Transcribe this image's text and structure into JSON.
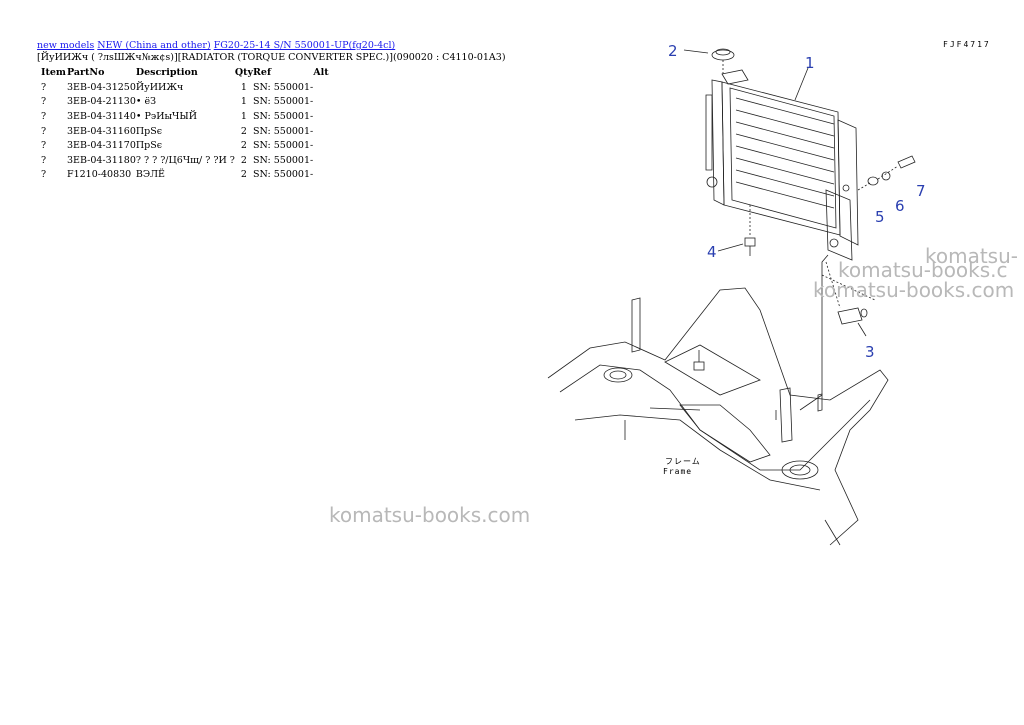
{
  "breadcrumb": {
    "links": [
      "new models",
      "NEW (China and other)",
      "FG20-25-14 S/N 550001-UP(fg20-4cl)"
    ]
  },
  "subtitle": "[ЙуИИЖч ( ?лѕШЖч№ж¢ѕ)][RADIATOR (TORQUE CONVERTER SPEC.)](090020 : C4110-01A3)",
  "table": {
    "headers": [
      "Item",
      "PartNo",
      "Description",
      "Qty",
      "Ref",
      "Alt"
    ],
    "rows": [
      {
        "item": "?",
        "part": "3EB-04-31250",
        "desc": "ЙуИИЖч",
        "qty": "1",
        "ref": "SN: 550001-",
        "alt": ""
      },
      {
        "item": "?",
        "part": "3EB-04-21130",
        "desc": "• ёЗ",
        "qty": "1",
        "ref": "SN: 550001-",
        "alt": ""
      },
      {
        "item": "?",
        "part": "3EB-04-31140",
        "desc": "• РэИыЧЫЙ",
        "qty": "1",
        "ref": "SN: 550001-",
        "alt": ""
      },
      {
        "item": "?",
        "part": "3EB-04-31160",
        "desc": "ПрЅє",
        "qty": "2",
        "ref": "SN: 550001-",
        "alt": ""
      },
      {
        "item": "?",
        "part": "3EB-04-31170",
        "desc": "ПрЅє",
        "qty": "2",
        "ref": "SN: 550001-",
        "alt": ""
      },
      {
        "item": "?",
        "part": "3EB-04-31180",
        "desc": "? ? ? ?/Ц6Чщ/ ? ?И ?",
        "qty": "2",
        "ref": "SN: 550001-",
        "alt": ""
      },
      {
        "item": "?",
        "part": "F1210-40830",
        "desc": "ВЭЛЁ",
        "qty": "2",
        "ref": "SN: 550001-",
        "alt": ""
      }
    ]
  },
  "diagram": {
    "code": "FJF4717",
    "callouts": [
      "1",
      "2",
      "3",
      "4",
      "5",
      "6",
      "7"
    ],
    "frame_label_1": "フレーム",
    "frame_label_2": "Frame"
  },
  "watermarks": {
    "center": "komatsu-books.com",
    "right1": "komatsu-",
    "right2": "komatsu-books.c",
    "right3": "komatsu-books.com"
  }
}
